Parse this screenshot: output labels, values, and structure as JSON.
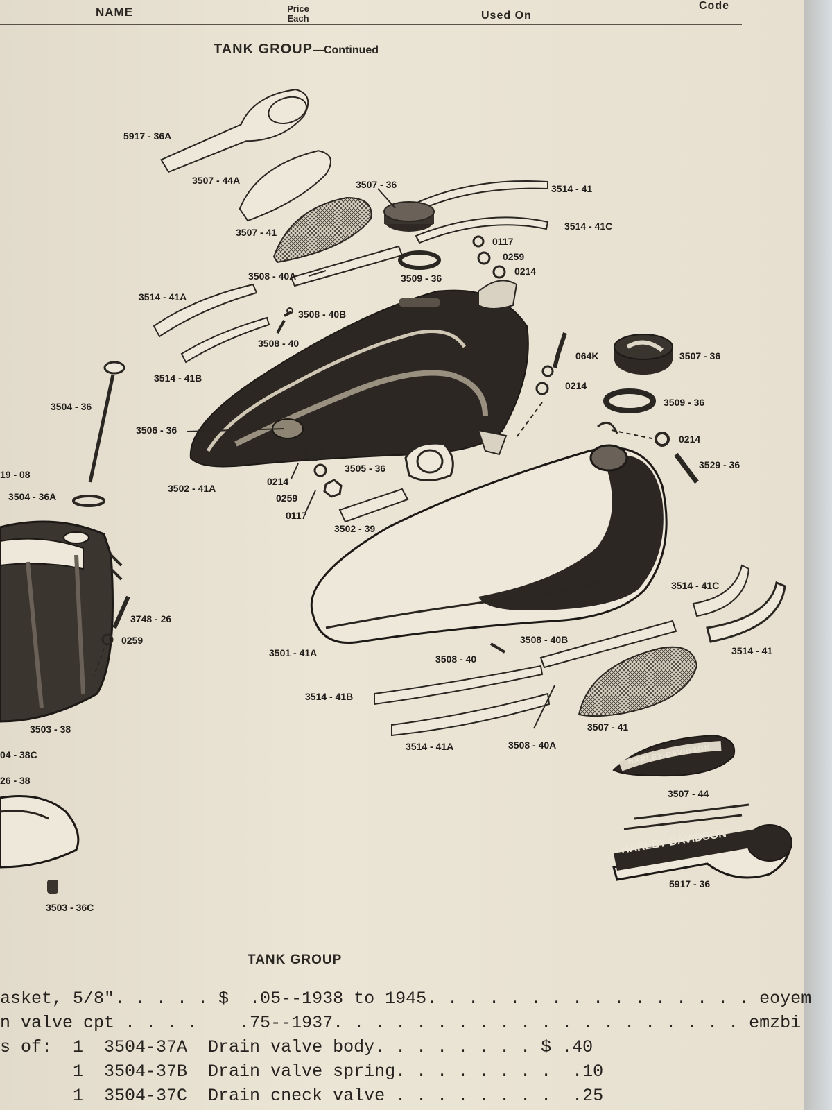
{
  "header": {
    "name": "NAME",
    "price_each_line1": "Price",
    "price_each_line2": "Each",
    "used_on": "Used On",
    "code": "Code"
  },
  "section_title": "TANK GROUP",
  "section_title_suffix": "—Continued",
  "part_labels": [
    "5917 - 36A",
    "3507 - 44A",
    "3507 - 36",
    "3514 - 41",
    "3514 - 41C",
    "3507 - 41",
    "0117",
    "0259",
    "0214",
    "3508 - 40A",
    "3509 - 36",
    "3514 - 41A",
    "3508 - 40B",
    "3508 - 40",
    "064K",
    "3507 - 36",
    "3514 - 41B",
    "0214",
    "3504 - 36",
    "3509 - 36",
    "3506 - 36",
    "0214",
    "3529 - 36",
    "19 - 08",
    "3505 - 36",
    "3502 - 41A",
    "0214",
    "3504 - 36A",
    "0259",
    "0117",
    "3502 - 39",
    "3514 - 41C",
    "3748 - 26",
    "0259",
    "3508 - 40B",
    "3514 - 41",
    "3501 - 41A",
    "3508 - 40",
    "3514 - 41B",
    "3503 - 38",
    "3507 - 41",
    "3514 - 41A",
    "3508 - 40A",
    "04 - 38C",
    "26 - 38",
    "3507 - 44",
    "5917 - 36",
    "3503 - 36C"
  ],
  "badge_text": "HARLEY-DAVIDSON",
  "tank_group_heading": "TANK GROUP",
  "lines": [
    "asket, 5/8\". . . . . $  .05--1938 to 1945. . . . . . . . . . . . . . . . eoyem",
    "n valve cpt . . . .    .75--1937. . . . . . . . . . . . . . . . . . . . emzbi",
    "s of:  1  3504-37A  Drain valve body. . . . . . . . $ .40",
    "       1  3504-37B  Drain valve spring. . . . . . . .  .10",
    "       1  3504-37C  Drain cneck valve . . . . . . . .  .25"
  ]
}
